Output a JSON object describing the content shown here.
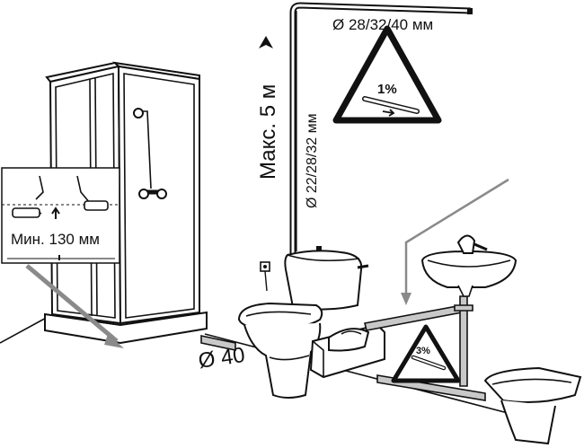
{
  "labels": {
    "top_pipe_diameter": "Ø 28/32/40 мм",
    "vertical_pipe_diameter": "Ø 22/28/32 мм",
    "max_height": "Макс. 5 м",
    "min_height": "Мин. 130 мм",
    "outlet_diameter": "Ø 40",
    "slope_top": "1%",
    "slope_bottom": "3%"
  },
  "colors": {
    "line": "#111111",
    "pipe_fill": "#c8c8c8",
    "arrow_gray": "#8a8a8a",
    "background": "#ffffff"
  }
}
